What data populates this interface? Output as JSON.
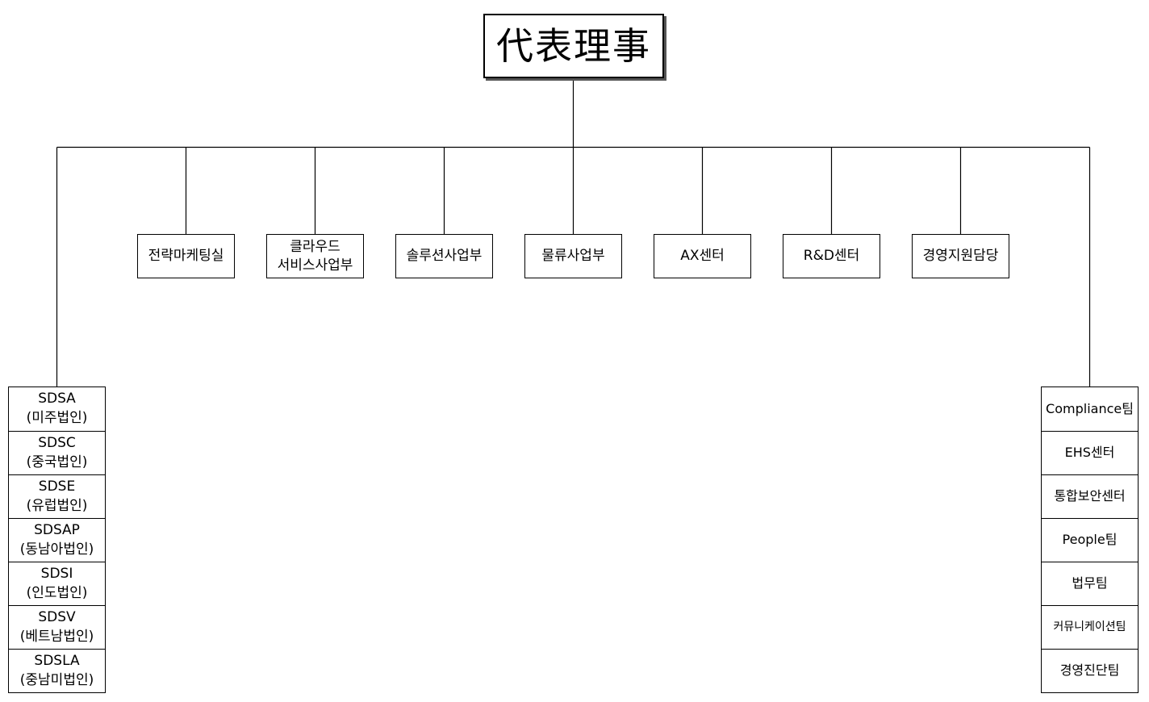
{
  "ceo": {
    "label": "代表理事"
  },
  "departments": [
    {
      "label": "전략마케팅실"
    },
    {
      "label": "클라우드\n서비스사업부"
    },
    {
      "label": "솔루션사업부"
    },
    {
      "label": "물류사업부"
    },
    {
      "label": "AX센터"
    },
    {
      "label": "R&D센터"
    },
    {
      "label": "경영지원담당"
    }
  ],
  "subsidiaries": [
    {
      "code": "SDSA",
      "name": "(미주법인)"
    },
    {
      "code": "SDSC",
      "name": "(중국법인)"
    },
    {
      "code": "SDSE",
      "name": "(유럽법인)"
    },
    {
      "code": "SDSAP",
      "name": "(동남아법인)"
    },
    {
      "code": "SDSI",
      "name": "(인도법인)"
    },
    {
      "code": "SDSV",
      "name": "(베트남법인)"
    },
    {
      "code": "SDSLA",
      "name": "(중남미법인)"
    }
  ],
  "teams": [
    {
      "label": "Compliance팀"
    },
    {
      "label": "EHS센터"
    },
    {
      "label": "통합보안센터"
    },
    {
      "label": "People팀"
    },
    {
      "label": "법무팀"
    },
    {
      "label": "커뮤니케이션팀"
    },
    {
      "label": "경영진단팀"
    }
  ]
}
